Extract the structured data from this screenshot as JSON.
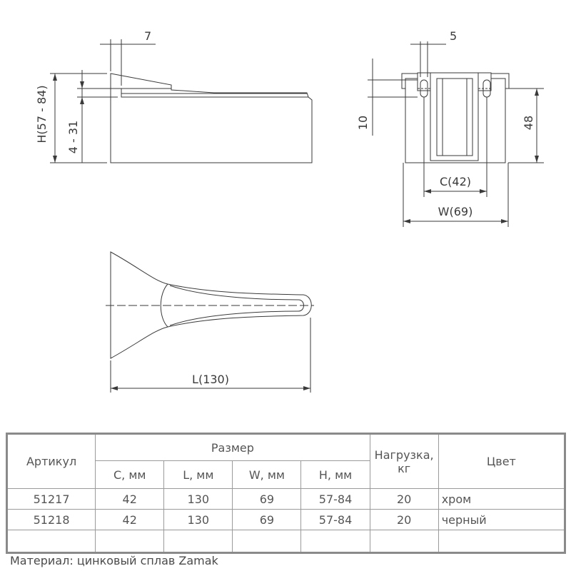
{
  "dimensions": {
    "offset_top": "7",
    "height_range": "H(57 - 84)",
    "clamp_range": "4 - 31",
    "slot_width": "5",
    "slot_height": "10",
    "body_height": "48",
    "center_distance": "C(42)",
    "width": "W(69)",
    "length": "L(130)"
  },
  "table": {
    "headers": {
      "article": "Артикул",
      "size": "Размер",
      "load": "Нагрузка, кг",
      "color": "Цвет",
      "c": "C, мм",
      "l": "L, мм",
      "w": "W, мм",
      "h": "H, мм"
    },
    "rows": [
      {
        "article": "51217",
        "c": "42",
        "l": "130",
        "w": "69",
        "h": "57-84",
        "load": "20",
        "color": "хром"
      },
      {
        "article": "51218",
        "c": "42",
        "l": "130",
        "w": "69",
        "h": "57-84",
        "load": "20",
        "color": "черный"
      }
    ]
  },
  "material": "Материал: цинковый сплав Zamak"
}
